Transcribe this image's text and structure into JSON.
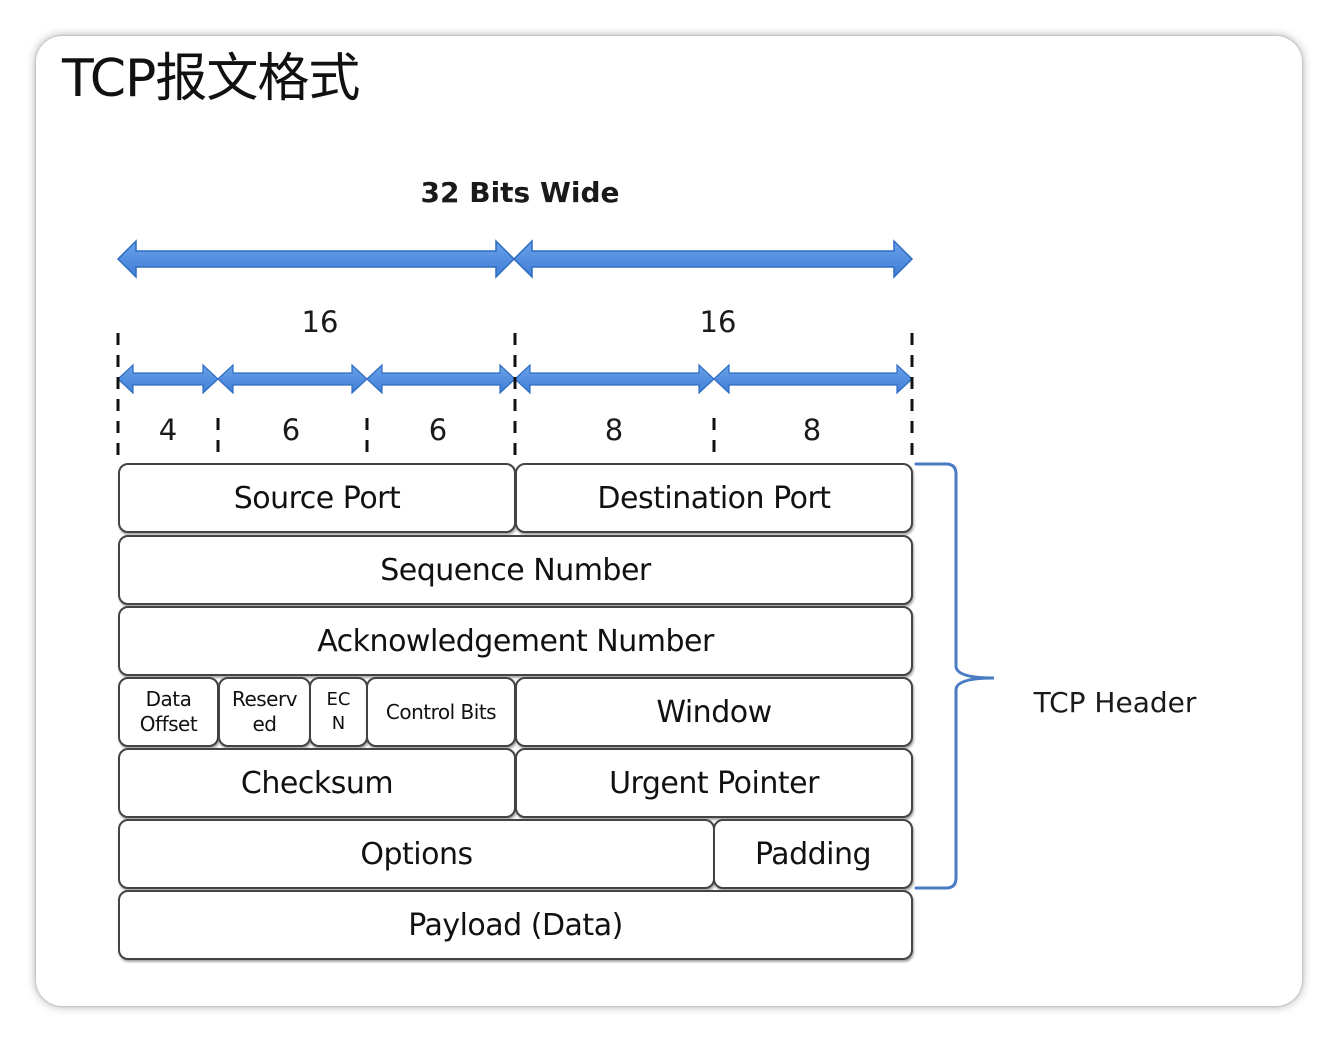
{
  "title": "TCP报文格式",
  "bits_wide_label": "32 Bits Wide",
  "half_widths": [
    "16",
    "16"
  ],
  "field_widths": [
    "4",
    "6",
    "6",
    "8",
    "8"
  ],
  "header_bracket_label": "TCP Header",
  "colors": {
    "arrow": "#4a86d8",
    "arrow_edge": "#2f6cc0",
    "bracket": "#4a7cc4",
    "box_border": "#444444"
  },
  "rows": {
    "row1": {
      "source_port": "Source Port",
      "destination_port": "Destination Port"
    },
    "row2": {
      "sequence_number": "Sequence Number"
    },
    "row3": {
      "acknowledgement_number": "Acknowledgement Number"
    },
    "row4": {
      "data_offset_1": "Data",
      "data_offset_2": "Offset",
      "reserved_1": "Reserv",
      "reserved_2": "ed",
      "ecn_1": "EC",
      "ecn_2": "N",
      "control_bits": "Control Bits",
      "window": "Window"
    },
    "row5": {
      "checksum": "Checksum",
      "urgent_pointer": "Urgent Pointer"
    },
    "row6": {
      "options": "Options",
      "padding": "Padding"
    },
    "row7": {
      "payload": "Payload (Data)"
    }
  }
}
